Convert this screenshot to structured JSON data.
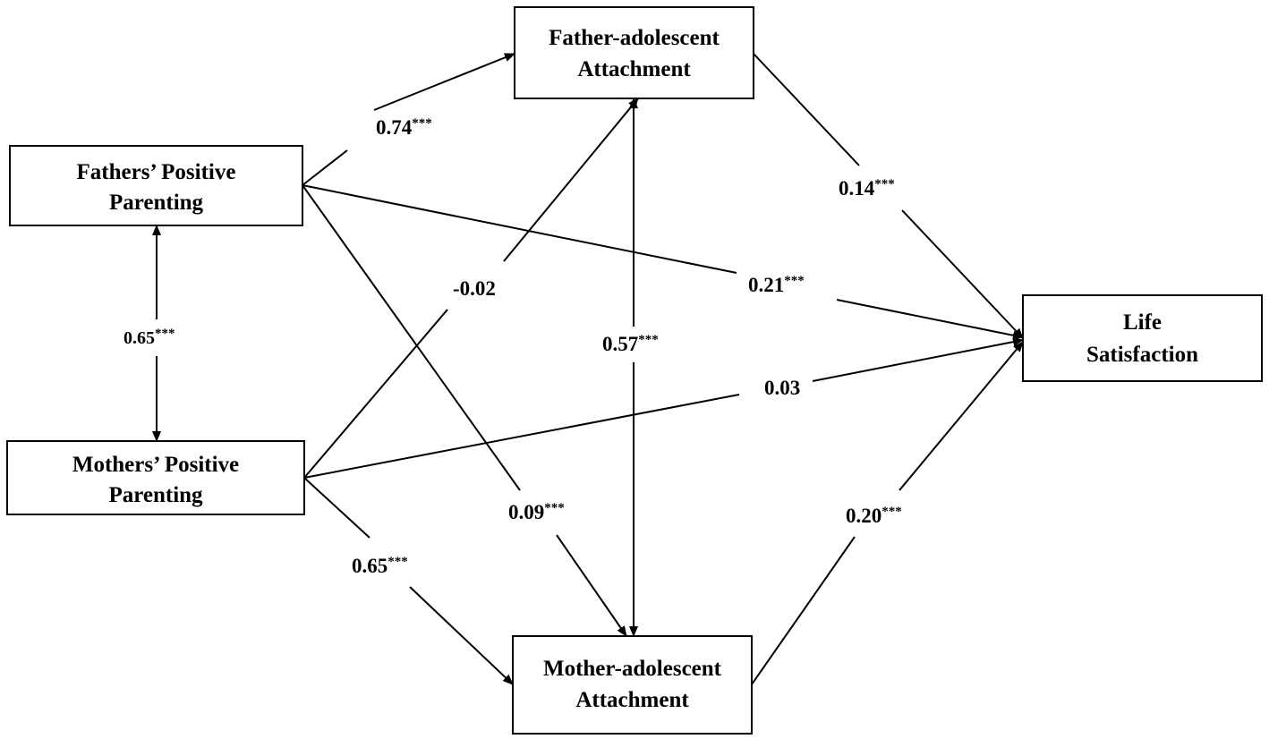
{
  "nodes": {
    "fathers_parenting": {
      "line1": "Fathers’ Positive",
      "line2": "Parenting"
    },
    "mothers_parenting": {
      "line1": "Mothers’ Positive",
      "line2": "Parenting"
    },
    "father_attachment": {
      "line1": "Father-adolescent",
      "line2": "Attachment"
    },
    "mother_attachment": {
      "line1": "Mother-adolescent",
      "line2": "Attachment"
    },
    "life_satisfaction": {
      "line1": "Life",
      "line2": "Satisfaction"
    }
  },
  "paths": {
    "fathers_to_father_attachment": {
      "value": "0.74",
      "sig": "***"
    },
    "fathers_mothers_correlation": {
      "value": "0.65",
      "sig": "***"
    },
    "fathers_to_mother_attachment": {
      "value": "0.09",
      "sig": "***"
    },
    "fathers_to_life_satisfaction": {
      "value": "0.21",
      "sig": "***"
    },
    "mothers_to_father_attachment": {
      "value": "-0.02",
      "sig": ""
    },
    "mothers_to_mother_attachment": {
      "value": "0.65",
      "sig": "***"
    },
    "mothers_to_life_satisfaction": {
      "value": "0.03",
      "sig": ""
    },
    "attachment_correlation": {
      "value": "0.57",
      "sig": "***"
    },
    "father_attachment_to_life_satisfaction": {
      "value": "0.14",
      "sig": "***"
    },
    "mother_attachment_to_life_satisfaction": {
      "value": "0.20",
      "sig": "***"
    }
  }
}
